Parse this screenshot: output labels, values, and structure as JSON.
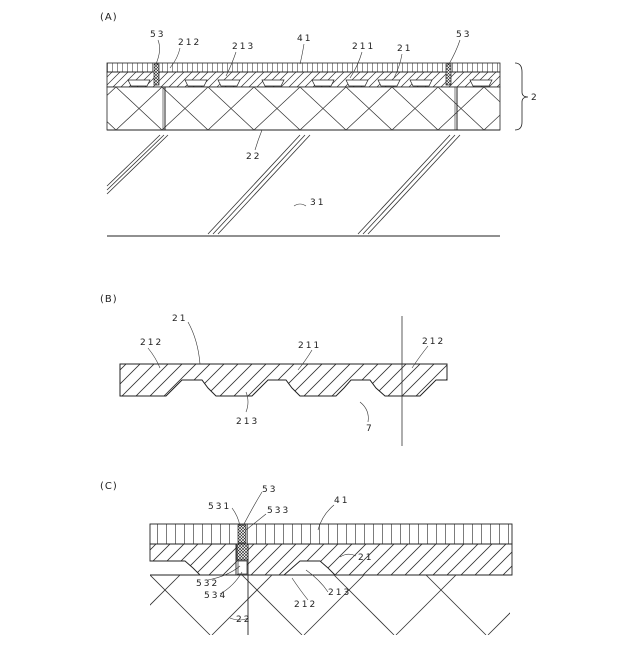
{
  "panels": {
    "a": "(A)",
    "b": "(B)",
    "c": "(C)"
  },
  "labels_a": {
    "l53_left": "53",
    "l212": "212",
    "l213": "213",
    "l41": "41",
    "l211": "211",
    "l21": "21",
    "l53_right": "53",
    "l2": "2",
    "l22": "22",
    "l31": "31"
  },
  "labels_b": {
    "l21": "21",
    "l212_left": "212",
    "l211": "211",
    "l212_right": "212",
    "l213": "213",
    "l7": "7"
  },
  "labels_c": {
    "l53": "53",
    "l531": "531",
    "l533": "533",
    "l41": "41",
    "l21": "21",
    "l532": "532",
    "l534": "534",
    "l212": "212",
    "l213": "213",
    "l22": "22"
  }
}
